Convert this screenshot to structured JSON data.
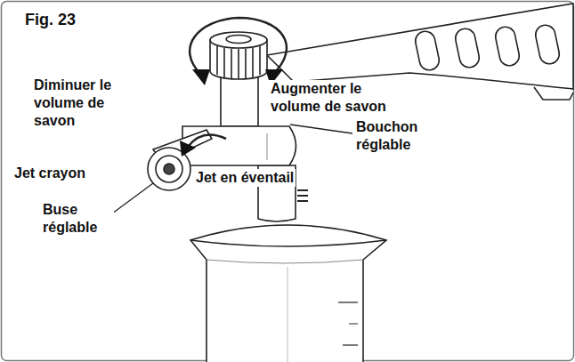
{
  "diagram": {
    "title": "Fig. 23",
    "labels": [
      "Diminuer le volume de savon",
      "Augmenter le volume de savon",
      "Bouchon réglable",
      "Jet crayon",
      "Jet en éventail",
      "Buse réglable"
    ]
  }
}
